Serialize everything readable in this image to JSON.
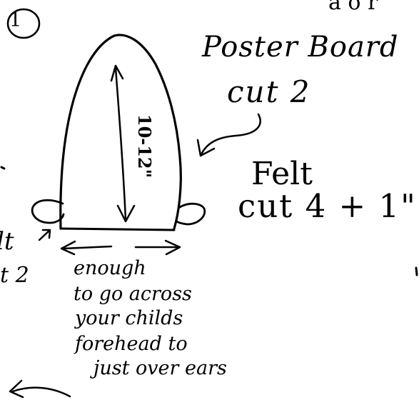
{
  "step_number": "1",
  "poster_board": {
    "title": "Poster Board",
    "quantity": "cut 2"
  },
  "felt": {
    "title": "Felt",
    "quantity": "cut 4 + 1\""
  },
  "left_note": {
    "title": "lt",
    "quantity": "t 2"
  },
  "height_dimension": "10-12\"",
  "width_instructions": [
    "enough",
    "to go across",
    "your childs",
    "forehead to",
    "just over ears"
  ],
  "top_partial_text": "a o r"
}
